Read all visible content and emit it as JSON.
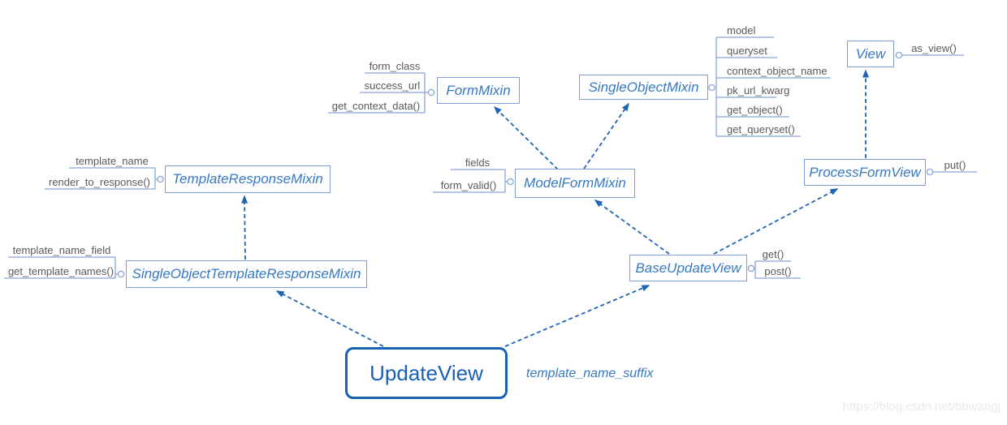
{
  "classes": {
    "view": {
      "name": "View"
    },
    "single_object_mixin": {
      "name": "SingleObjectMixin"
    },
    "form_mixin": {
      "name": "FormMixin"
    },
    "template_response_mixin": {
      "name": "TemplateResponseMixin"
    },
    "model_form_mixin": {
      "name": "ModelFormMixin"
    },
    "process_form_view": {
      "name": "ProcessFormView"
    },
    "base_update_view": {
      "name": "BaseUpdateView"
    },
    "single_object_template_response_mixin": {
      "name": "SingleObjectTemplateResponseMixin"
    },
    "update_view": {
      "name": "UpdateView"
    }
  },
  "members": {
    "view": [
      "as_view()"
    ],
    "single_object_mixin": [
      "model",
      "queryset",
      "context_object_name",
      "pk_url_kwarg",
      "get_object()",
      "get_queryset()"
    ],
    "form_mixin": [
      "form_class",
      "success_url",
      "get_context_data()"
    ],
    "template_response_mixin": [
      "template_name",
      "render_to_response()"
    ],
    "model_form_mixin": [
      "fields",
      "form_valid()"
    ],
    "process_form_view": [
      "put()"
    ],
    "base_update_view": [
      "get()",
      "post()"
    ],
    "single_object_template_response_mixin": [
      "template_name_field",
      "get_template_names()"
    ]
  },
  "labels": {
    "suffix": "template_name_suffix",
    "watermark": "https://blog.csdn.net/bbwangj"
  },
  "colors": {
    "box_border": "#7f9fd6",
    "class_text": "#3579c4",
    "arrow": "#1e63b5",
    "member_text": "#595959",
    "root_accent": "#1961b8",
    "watermark_text": "#e9e9ed"
  }
}
